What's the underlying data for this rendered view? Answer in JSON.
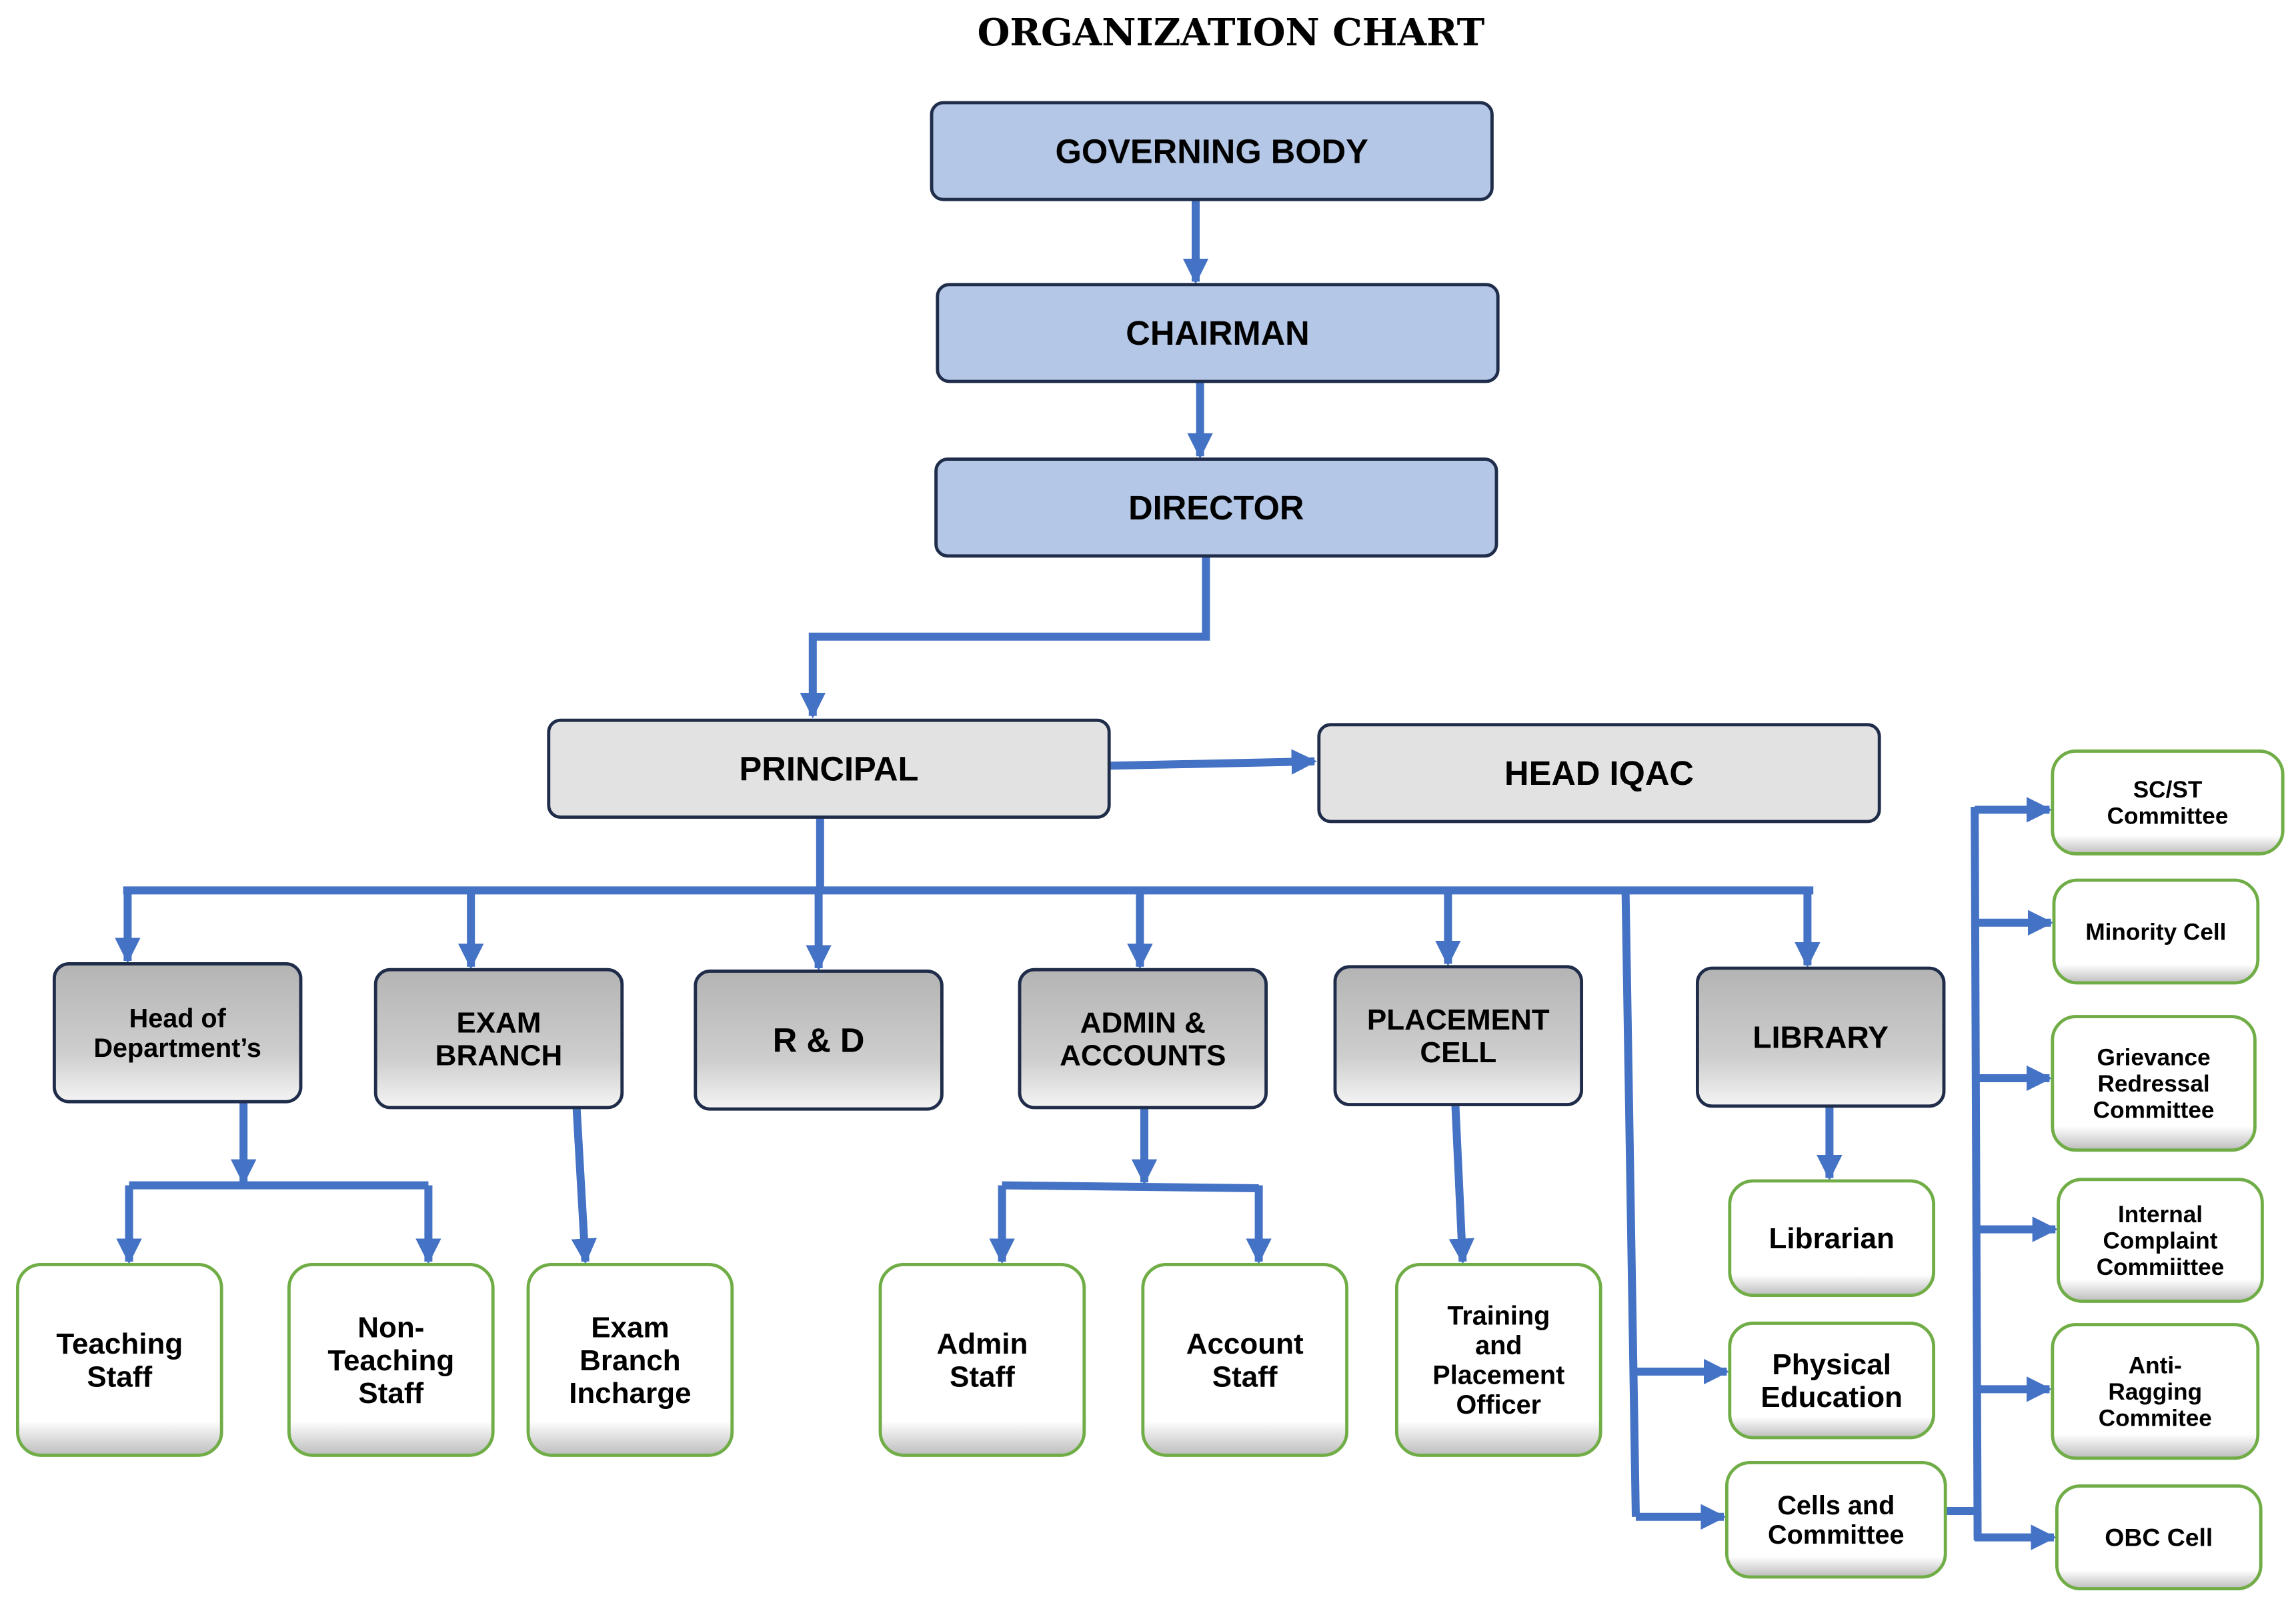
{
  "title": "ORGANIZATION CHART",
  "colors": {
    "connector": "#4472c4",
    "top_fill": "#b4c7e7",
    "principal_fill": "#e2e2e2",
    "dept_fill": "#c8c8c8",
    "leaf_border": "#70ad47",
    "box_border": "#1f2d4a"
  },
  "nodes": {
    "governing_body": "GOVERNING BODY",
    "chairman": "CHAIRMAN",
    "director": "DIRECTOR",
    "principal": "PRINCIPAL",
    "head_iqac": "HEAD  IQAC",
    "hod": [
      "Head of",
      "Department’s"
    ],
    "exam_branch": [
      "EXAM",
      "BRANCH"
    ],
    "r_and_d": "R & D",
    "admin_accounts": [
      "ADMIN &",
      "ACCOUNTS"
    ],
    "placement_cell": [
      "PLACEMENT",
      "CELL"
    ],
    "library": "LIBRARY",
    "teaching_staff": [
      "Teaching",
      "Staff"
    ],
    "non_teaching_staff": [
      "Non-",
      "Teaching",
      "Staff"
    ],
    "exam_branch_incharge": [
      "Exam",
      "Branch",
      "Incharge"
    ],
    "admin_staff": [
      "Admin",
      "Staff"
    ],
    "account_staff": [
      "Account",
      "Staff"
    ],
    "training_placement_officer": [
      "Training",
      "and",
      "Placement",
      "Officer"
    ],
    "librarian": "Librarian",
    "physical_education": [
      "Physical",
      "Education"
    ],
    "cells_committee": [
      "Cells and",
      "Committee"
    ],
    "scst_committee": [
      "SC/ST",
      "Committee"
    ],
    "minority_cell": "Minority Cell",
    "grievance_committee": [
      "Grievance",
      "Redressal",
      "Committee"
    ],
    "internal_complaint": [
      "Internal",
      "Complaint",
      "Commiittee"
    ],
    "anti_ragging": [
      "Anti-",
      "Ragging",
      "Commitee"
    ],
    "obc_cell": "OBC Cell"
  }
}
